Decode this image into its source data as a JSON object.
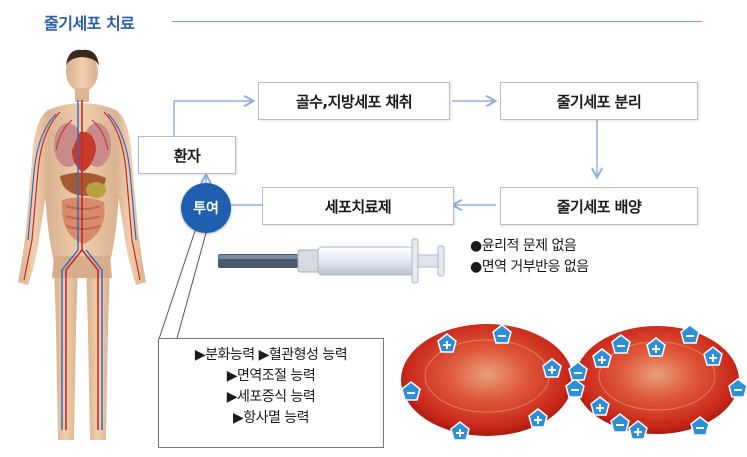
{
  "title": "줄기세포 치료",
  "nodes": {
    "patient": "환자",
    "collect": "골수,지방세포 채취",
    "separate": "줄기세포 분리",
    "culture": "줄기세포 배양",
    "therapy": "세포치료제",
    "administer": "투여"
  },
  "benefits": [
    "●윤리적 문제 없음",
    "●면역 거부반응 없음"
  ],
  "abilities": [
    "▶분화능력 ▶혈관형성 능력",
    "▶면역조절 능력",
    "▶세포증식 능력",
    "▶항사멸 능력"
  ],
  "colors": {
    "title": "#2b5fa6",
    "arrow": "#8fb0d8",
    "circle": "#1f5fb0",
    "cell": "#d8321c",
    "marker": "#2d8fd8"
  },
  "icons": [
    "human-anatomy-figure",
    "syringe-icon",
    "stem-cell-icon",
    "plus-marker-icon",
    "minus-marker-icon"
  ]
}
